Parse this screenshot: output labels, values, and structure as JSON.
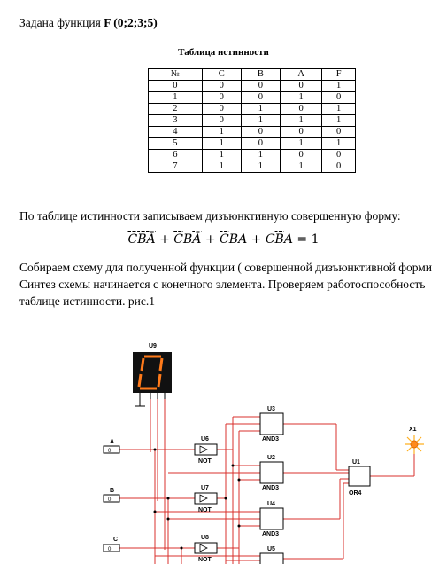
{
  "intro": {
    "text": "Задана функция ",
    "function": "F (0;2;3;5)"
  },
  "table": {
    "title": "Таблица истинности",
    "headers": [
      "№",
      "C",
      "B",
      "A",
      "F"
    ],
    "rows": [
      [
        "0",
        "0",
        "0",
        "0",
        "1"
      ],
      [
        "1",
        "0",
        "0",
        "1",
        "0"
      ],
      [
        "2",
        "0",
        "1",
        "0",
        "1"
      ],
      [
        "3",
        "0",
        "1",
        "1",
        "1"
      ],
      [
        "4",
        "1",
        "0",
        "0",
        "0"
      ],
      [
        "5",
        "1",
        "0",
        "1",
        "1"
      ],
      [
        "6",
        "1",
        "1",
        "0",
        "0"
      ],
      [
        "7",
        "1",
        "1",
        "1",
        "0"
      ]
    ]
  },
  "paragraphs": {
    "p2": "По таблице истинности записываем дизъюнктивную совершенную форму:",
    "p3": "Собираем схему для полученной функции ( совершенной дизъюнктивной форми",
    "p4": "Синтез схемы начинается с конечного элемента. Проверяем работоспособность",
    "p5": "таблице истинности. рис.1"
  },
  "formula": {
    "terms": [
      [
        "C̄",
        "B̄",
        "Ā"
      ],
      [
        "C̄",
        "B",
        "Ā"
      ],
      [
        "C̄",
        "B",
        "A"
      ],
      [
        "C",
        "B̄",
        "A"
      ]
    ],
    "plus": "+",
    "equals": "= 1"
  },
  "schema": {
    "display_label": "U9",
    "display_digit": "0",
    "inputs": [
      {
        "label": "A",
        "value": "0"
      },
      {
        "label": "B",
        "value": "0"
      },
      {
        "label": "C",
        "value": "0"
      }
    ],
    "not_gates": [
      {
        "ref": "U6",
        "type": "NOT"
      },
      {
        "ref": "U7",
        "type": "NOT"
      },
      {
        "ref": "U8",
        "type": "NOT"
      }
    ],
    "and_gates": [
      {
        "ref": "U3",
        "type": "AND3"
      },
      {
        "ref": "U2",
        "type": "AND3"
      },
      {
        "ref": "U4",
        "type": "AND3"
      },
      {
        "ref": "U5",
        "type": ""
      }
    ],
    "or_gate": {
      "ref": "U1",
      "type": "OR4"
    },
    "output": {
      "ref": "X1"
    },
    "wire_color": "#d9302c",
    "digit_color": "#ff7a1a"
  }
}
